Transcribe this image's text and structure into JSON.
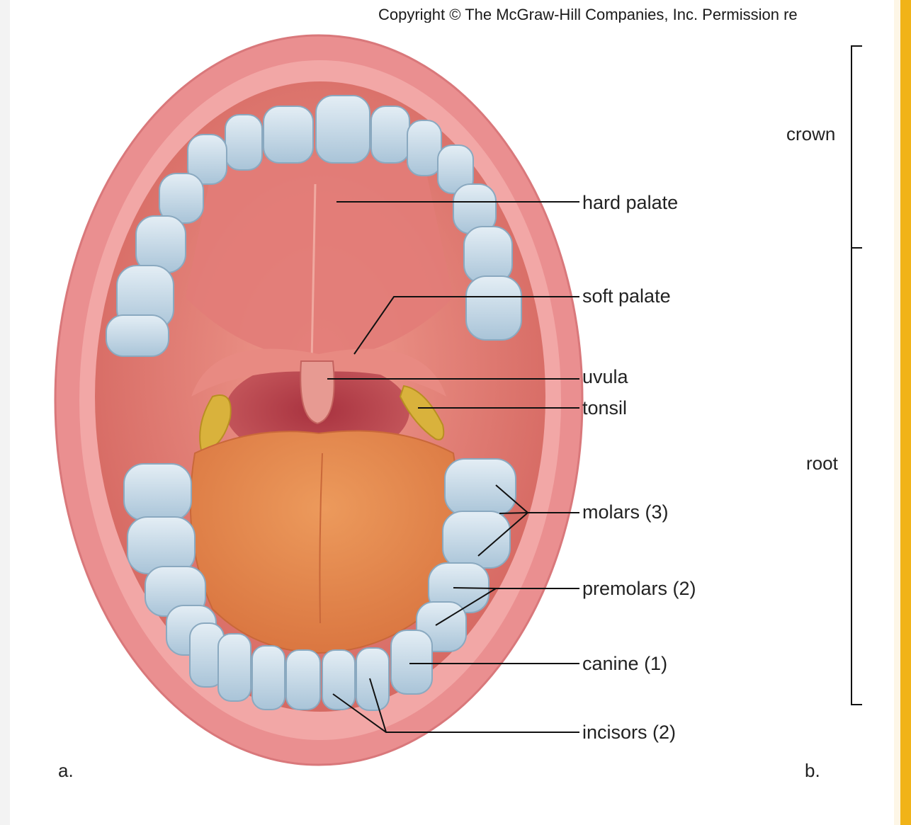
{
  "copyright": "Copyright © The McGraw-Hill Companies, Inc. Permission re",
  "labels": {
    "hard_palate": "hard palate",
    "soft_palate": "soft palate",
    "uvula": "uvula",
    "tonsil": "tonsil",
    "molars": "molars (3)",
    "premolars": "premolars (2)",
    "canine": "canine (1)",
    "incisors": "incisors (2)"
  },
  "panel_labels": {
    "a": "a.",
    "b": "b."
  },
  "tooth_regions": {
    "crown": "crown",
    "root": "root"
  },
  "colors": {
    "lip": "#e98a8c",
    "lip_inner": "#f3aeb0",
    "mouth_cavity": "#d96a66",
    "palate": "#e88278",
    "throat": "#b7454e",
    "tongue": "#e58a4e",
    "tooth": "#c9dbe8",
    "tooth_shadow": "#8fb0c8",
    "tonsil": "#d9b23c",
    "leader_line": "#111111",
    "right_bar": "#f1b318"
  }
}
